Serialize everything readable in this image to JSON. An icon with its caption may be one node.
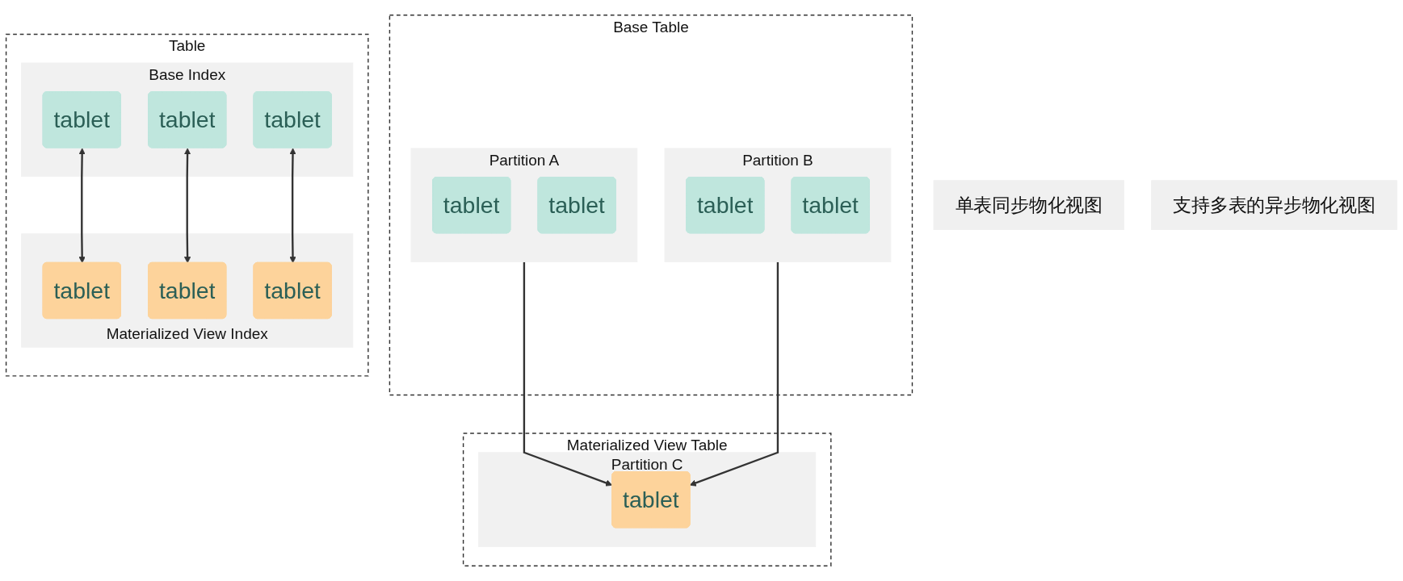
{
  "diagram": {
    "nodes": [
      {
        "text": [
          "单表同步物化视图"
        ]
      },
      {
        "text": [
          "Table"
        ]
      },
      {
        "text": [
          "Base Index"
        ],
        "in": 1
      },
      {
        "text": [
          "tablet"
        ],
        "in": 2
      },
      {
        "text": [
          "tablet"
        ],
        "in": 2
      },
      {
        "text": [
          "tablet"
        ],
        "in": 2
      },
      {
        "text": [
          "Materialized View Index"
        ],
        "in": 1
      },
      {
        "text": [
          "tablet"
        ],
        "in": 6
      },
      {
        "text": [
          "tablet"
        ],
        "in": 6
      },
      {
        "text": [
          "tablet"
        ],
        "in": 6
      },
      {
        "text": [
          "支持多表的异步物化视图"
        ]
      },
      {
        "text": [
          "Base Table"
        ]
      },
      {
        "text": [
          "Partition A"
        ],
        "in": 11
      },
      {
        "text": [
          "tablet"
        ],
        "in": 12
      },
      {
        "text": [
          "tablet"
        ],
        "in": 12
      },
      {
        "text": [
          "Partition B"
        ],
        "in": 11
      },
      {
        "text": [
          "tablet"
        ],
        "in": 15
      },
      {
        "text": [
          "tablet"
        ],
        "in": 15
      },
      {
        "text": [
          "Materialized View Table"
        ]
      },
      {
        "text": [
          "Partition C"
        ],
        "in": 18
      },
      {
        "text": [
          "tablet"
        ],
        "in": 19
      }
    ],
    "edges": [
      {
        "from": 3,
        "to": 7,
        "arrow": "both"
      },
      {
        "from": 4,
        "to": 8,
        "arrow": "both"
      },
      {
        "from": 5,
        "to": 9,
        "arrow": "both"
      },
      {
        "from": 12,
        "to": 20,
        "arrow": "to"
      },
      {
        "from": 15,
        "to": 20,
        "arrow": "to"
      }
    ]
  }
}
